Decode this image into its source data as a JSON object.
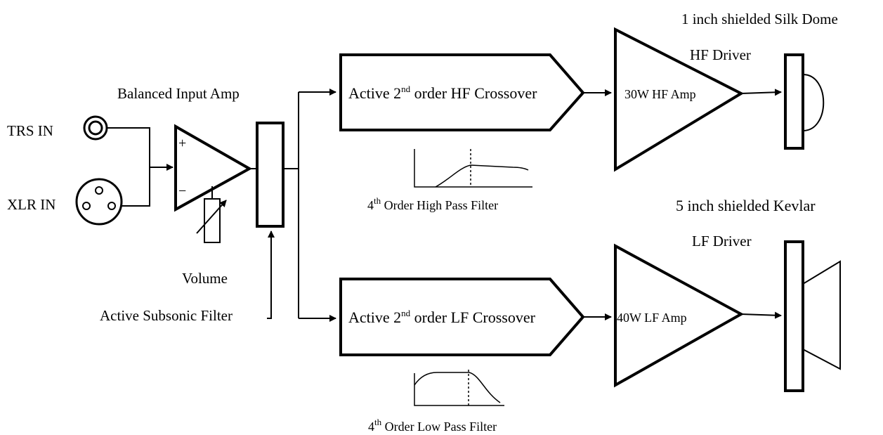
{
  "inputs": {
    "trs_label": "TRS IN",
    "xlr_label": "XLR IN"
  },
  "balanced_amp": {
    "title": "Balanced  Input Amp",
    "plus": "+",
    "minus": "−"
  },
  "volume_label": "Volume",
  "subsonic_label": "Active Subsonic Filter",
  "hf_crossover": {
    "pre": "Active 2",
    "sup": "nd",
    "post": " order HF Crossover"
  },
  "lf_crossover": {
    "pre": "Active 2",
    "sup": "nd",
    "post": " order LF Crossover"
  },
  "high_pass": {
    "pre": "4",
    "sup": "th",
    "post": " Order High Pass Filter"
  },
  "low_pass": {
    "pre": "4",
    "sup": "th",
    "post": " Order Low Pass Filter"
  },
  "hf_amp_label": "30W HF Amp",
  "lf_amp_label": "40W LF Amp",
  "hf_driver": {
    "line1": "1 inch shielded Silk Dome",
    "line2": "HF Driver"
  },
  "lf_driver": {
    "line1": "5 inch shielded Kevlar",
    "line2": "LF Driver"
  }
}
